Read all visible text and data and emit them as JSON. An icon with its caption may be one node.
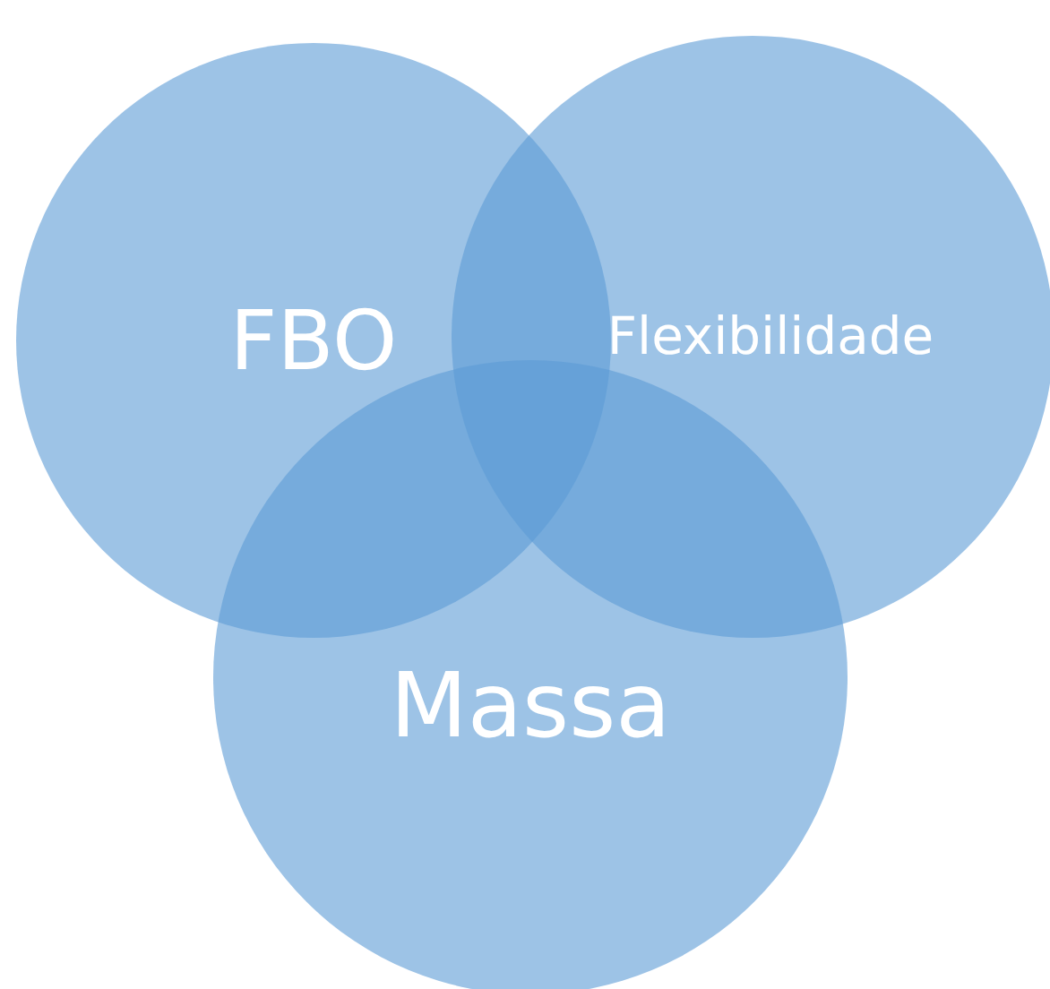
{
  "diagram": {
    "nodes": [
      {
        "text": [
          "FBO"
        ]
      },
      {
        "text": [
          "Flexibilidade"
        ]
      },
      {
        "text": [
          "Massa"
        ]
      }
    ]
  }
}
